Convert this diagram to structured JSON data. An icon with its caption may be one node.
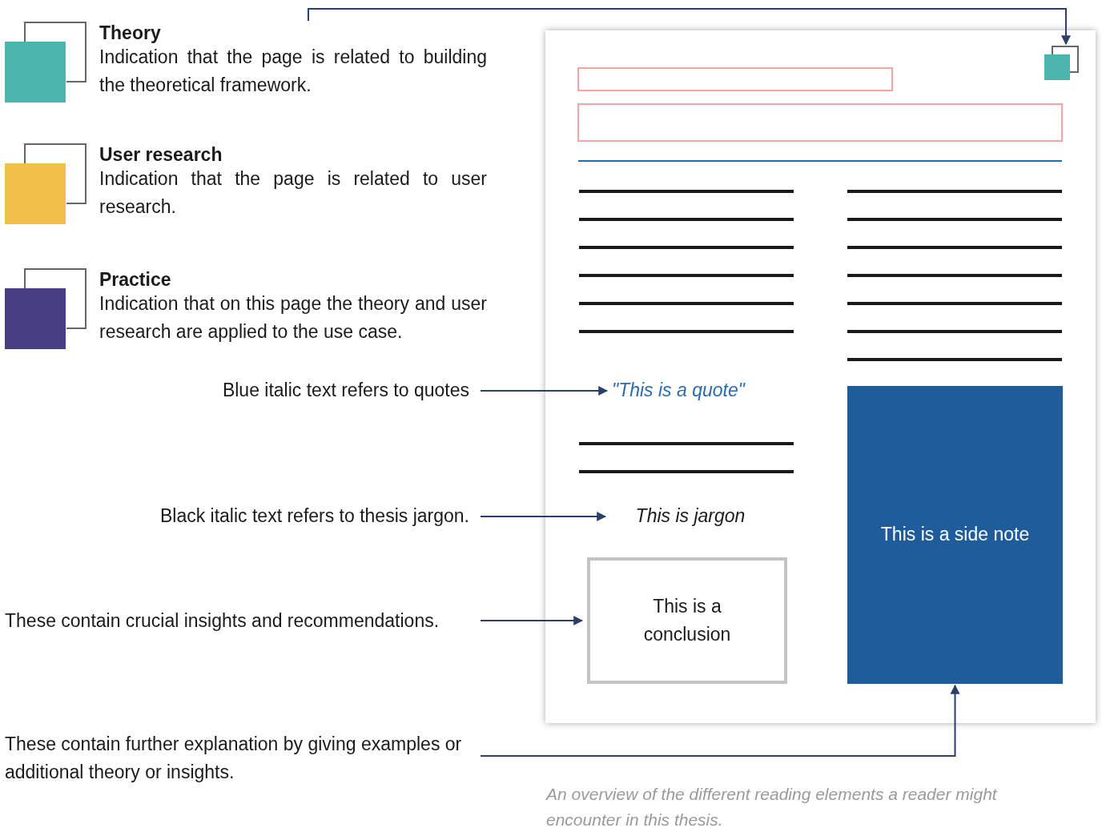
{
  "diagram": {
    "caption": "An overview of the different reading elements a reader might encounter in this thesis.",
    "nodes": [
      {
        "text": [
          "Theory",
          "Indication that the page is related to building the theoretical framework."
        ]
      },
      {
        "text": [
          "User research",
          "Indication that the page is related to user research."
        ]
      },
      {
        "text": [
          "Practice",
          "Indication that on this page the theory and user research are applied to the use case."
        ]
      },
      {
        "text": [
          "Blue italic text refers to quotes"
        ]
      },
      {
        "text": [
          "Black italic text refers to thesis jargon."
        ]
      },
      {
        "text": [
          "These contain crucial insights and recommendations."
        ]
      },
      {
        "text": [
          "These contain further explanation by giving examples or additional theory or insights."
        ]
      },
      {
        "text": [],
        "shape": "box"
      },
      {
        "text": [],
        "shape": "box",
        "in": 7
      },
      {
        "text": [
          "\"This is a quote\""
        ],
        "in": 7
      },
      {
        "text": [
          "This is jargon"
        ],
        "in": 7
      },
      {
        "text": [
          "This is a conclusion"
        ],
        "in": 7
      },
      {
        "text": [
          "This is a side note"
        ],
        "in": 7
      }
    ],
    "edges": [
      {
        "from": 0,
        "to": 8,
        "arrow": "to"
      },
      {
        "from": 3,
        "to": 9,
        "arrow": "to"
      },
      {
        "from": 4,
        "to": 10,
        "arrow": "to"
      },
      {
        "from": 5,
        "to": 11,
        "arrow": "to"
      },
      {
        "from": 6,
        "to": 12,
        "arrow": "to"
      }
    ]
  }
}
